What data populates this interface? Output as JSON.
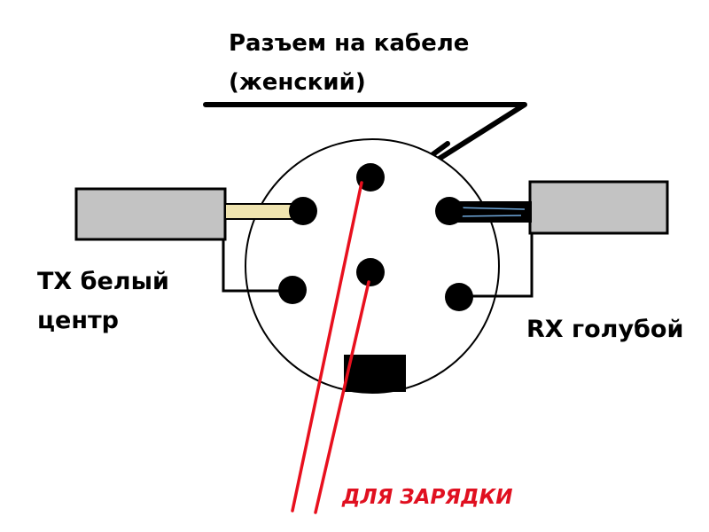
{
  "labels": {
    "connector_title_line1": "Разъем на кабеле",
    "connector_title_line2": "(женский)",
    "tx_line1": "TX белый",
    "tx_line2": "центр",
    "rx": "RX голубой",
    "charging": "ДЛЯ ЗАРЯДКИ"
  },
  "colors": {
    "ink": "#000000",
    "cable_fill": "#c3c3c3",
    "tx_wire": "#efe4b0",
    "rx_wire_highlight": "#6fa8dc",
    "charging_wire": "#e8101e",
    "charging_text": "#e01020"
  }
}
